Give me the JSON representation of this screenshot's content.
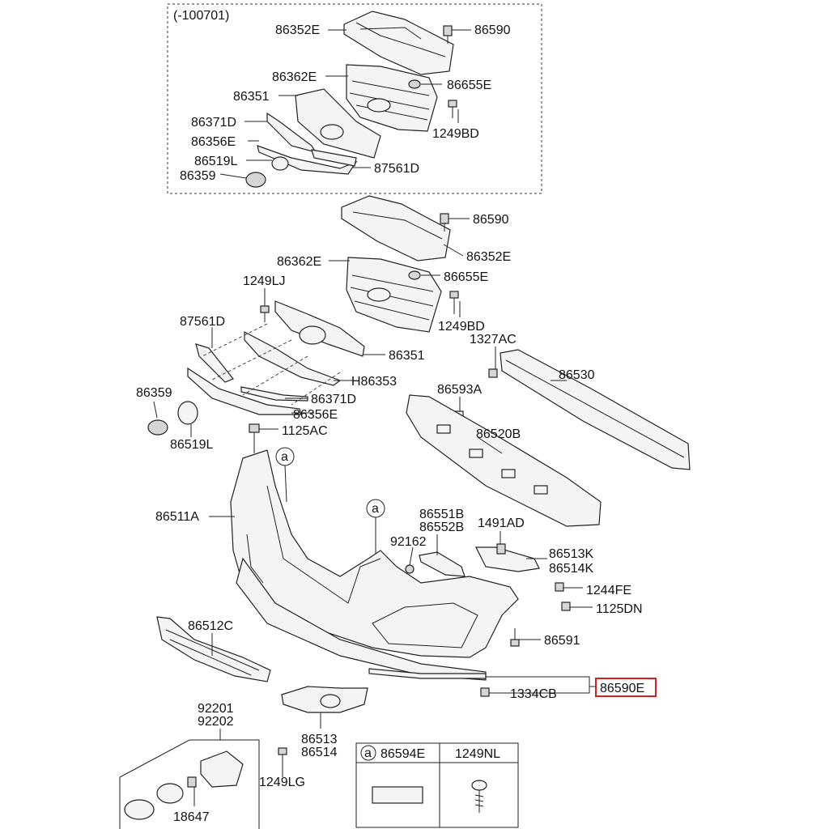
{
  "diagram": {
    "variant_note": "(-100701)",
    "labels": {
      "top_86352E": "86352E",
      "top_86590": "86590",
      "top_86362E": "86362E",
      "top_86655E": "86655E",
      "top_86351": "86351",
      "top_1249BD": "1249BD",
      "top_86371D": "86371D",
      "top_86356E": "86356E",
      "top_86519L": "86519L",
      "top_87561D": "87561D",
      "top_86359": "86359",
      "m_86590": "86590",
      "m_86352E": "86352E",
      "m_86362E": "86362E",
      "m_86655E": "86655E",
      "m_1249LJ": "1249LJ",
      "m_1249BD": "1249BD",
      "m_1327AC": "1327AC",
      "m_87561D": "87561D",
      "m_86351": "86351",
      "m_86530": "86530",
      "m_H86353": "H86353",
      "m_86359": "86359",
      "m_86371D": "86371D",
      "m_86593A": "86593A",
      "m_86356E": "86356E",
      "m_86519L": "86519L",
      "m_86520B": "86520B",
      "m_1125AC": "1125AC",
      "b_86511A": "86511A",
      "b_86551B": "86551B",
      "b_86552B": "86552B",
      "b_1491AD": "1491AD",
      "b_92162": "92162",
      "b_86513K": "86513K",
      "b_86514K": "86514K",
      "b_1244FE": "1244FE",
      "b_1125DN": "1125DN",
      "b_86512C": "86512C",
      "b_86591": "86591",
      "b_1334CB": "1334CB",
      "b_86590E": "86590E",
      "b_92201": "92201",
      "b_92202": "92202",
      "b_86513": "86513",
      "b_86514": "86514",
      "b_1249LG": "1249LG",
      "b_18647": "18647"
    },
    "callout_a": "a",
    "legend": {
      "circle": "a",
      "col1": "86594E",
      "col2": "1249NL"
    },
    "highlight_color": "#d62020"
  }
}
